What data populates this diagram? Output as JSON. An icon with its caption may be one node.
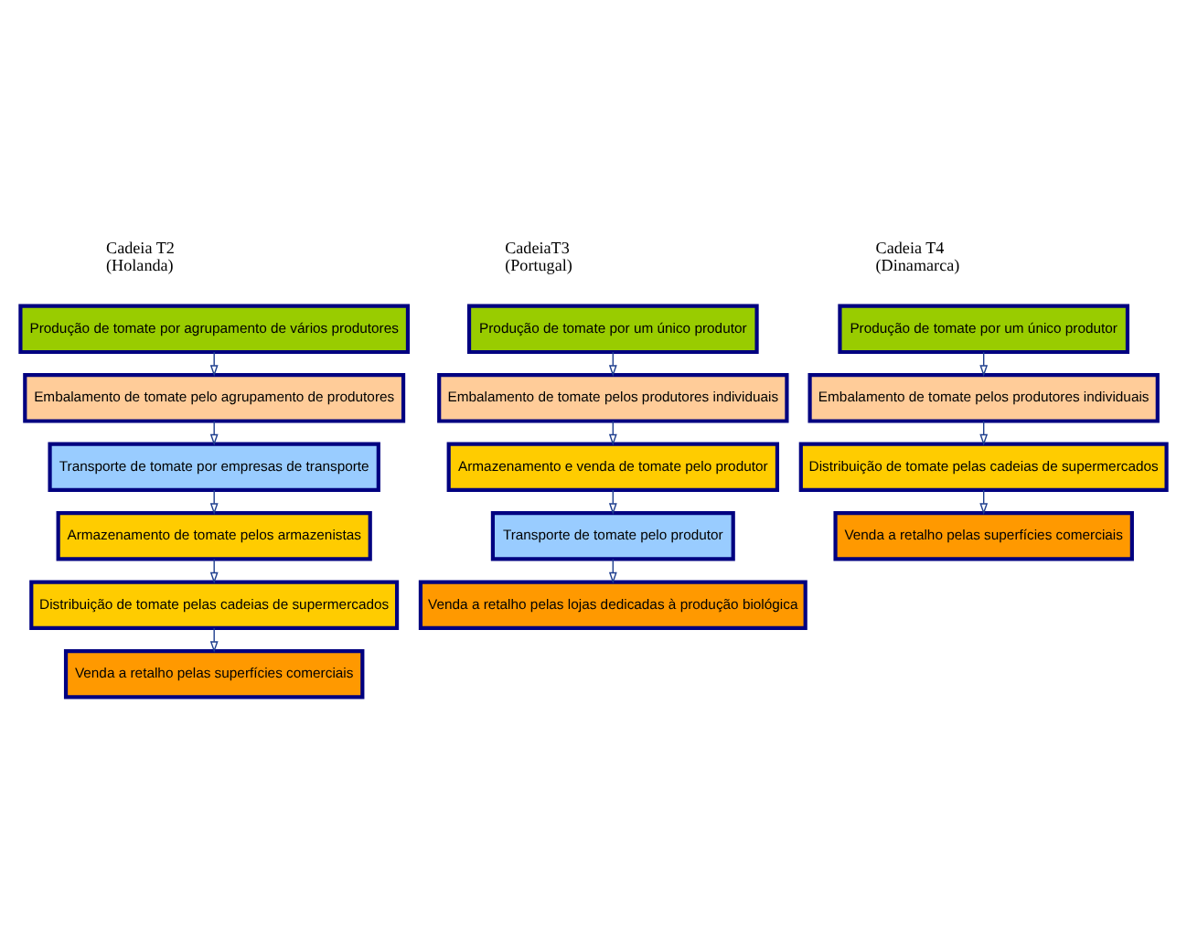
{
  "diagram": {
    "nodes": [
      {
        "text": [
          "Produção de tomate por agrupamento de vários produtores"
        ]
      },
      {
        "text": [
          "Embalamento de tomate pelo agrupamento de produtores"
        ]
      },
      {
        "text": [
          "Transporte de tomate por empresas de transporte"
        ]
      },
      {
        "text": [
          "Armazenamento de tomate pelos armazenistas"
        ]
      },
      {
        "text": [
          "Distribuição de tomate pelas cadeias de supermercados"
        ]
      },
      {
        "text": [
          "Venda a retalho pelas superfícies comerciais"
        ]
      },
      {
        "text": [
          "Produção de tomate por um único produtor"
        ]
      },
      {
        "text": [
          "Embalamento de tomate pelos produtores individuais"
        ]
      },
      {
        "text": [
          "Armazenamento e venda de tomate pelo produtor"
        ]
      },
      {
        "text": [
          "Transporte de tomate pelo produtor"
        ]
      },
      {
        "text": [
          "Venda a retalho pelas lojas dedicadas à produção biológica"
        ]
      },
      {
        "text": [
          "Produção de tomate por um único produtor"
        ]
      },
      {
        "text": [
          "Embalamento de tomate pelos produtores individuais"
        ]
      },
      {
        "text": [
          "Distribuição de tomate pelas cadeias de supermercados"
        ]
      },
      {
        "text": [
          "Venda a retalho pelas superfícies comerciais"
        ]
      }
    ],
    "edges": [
      {
        "from": 0,
        "to": 1,
        "arrow": "to"
      },
      {
        "from": 1,
        "to": 2,
        "arrow": "to"
      },
      {
        "from": 2,
        "to": 3,
        "arrow": "to"
      },
      {
        "from": 3,
        "to": 4,
        "arrow": "to"
      },
      {
        "from": 4,
        "to": 5,
        "arrow": "to"
      },
      {
        "from": 6,
        "to": 7,
        "arrow": "to"
      },
      {
        "from": 7,
        "to": 8,
        "arrow": "to"
      },
      {
        "from": 8,
        "to": 9,
        "arrow": "to"
      },
      {
        "from": 9,
        "to": 10,
        "arrow": "to"
      },
      {
        "from": 11,
        "to": 12,
        "arrow": "to"
      },
      {
        "from": 12,
        "to": 13,
        "arrow": "to"
      },
      {
        "from": 13,
        "to": 14,
        "arrow": "to"
      }
    ],
    "labels": [
      "Cadeia T2 (Holanda)",
      "CadeiaT3 (Portugal)",
      "Cadeia T4 (Dinamarca)"
    ]
  }
}
